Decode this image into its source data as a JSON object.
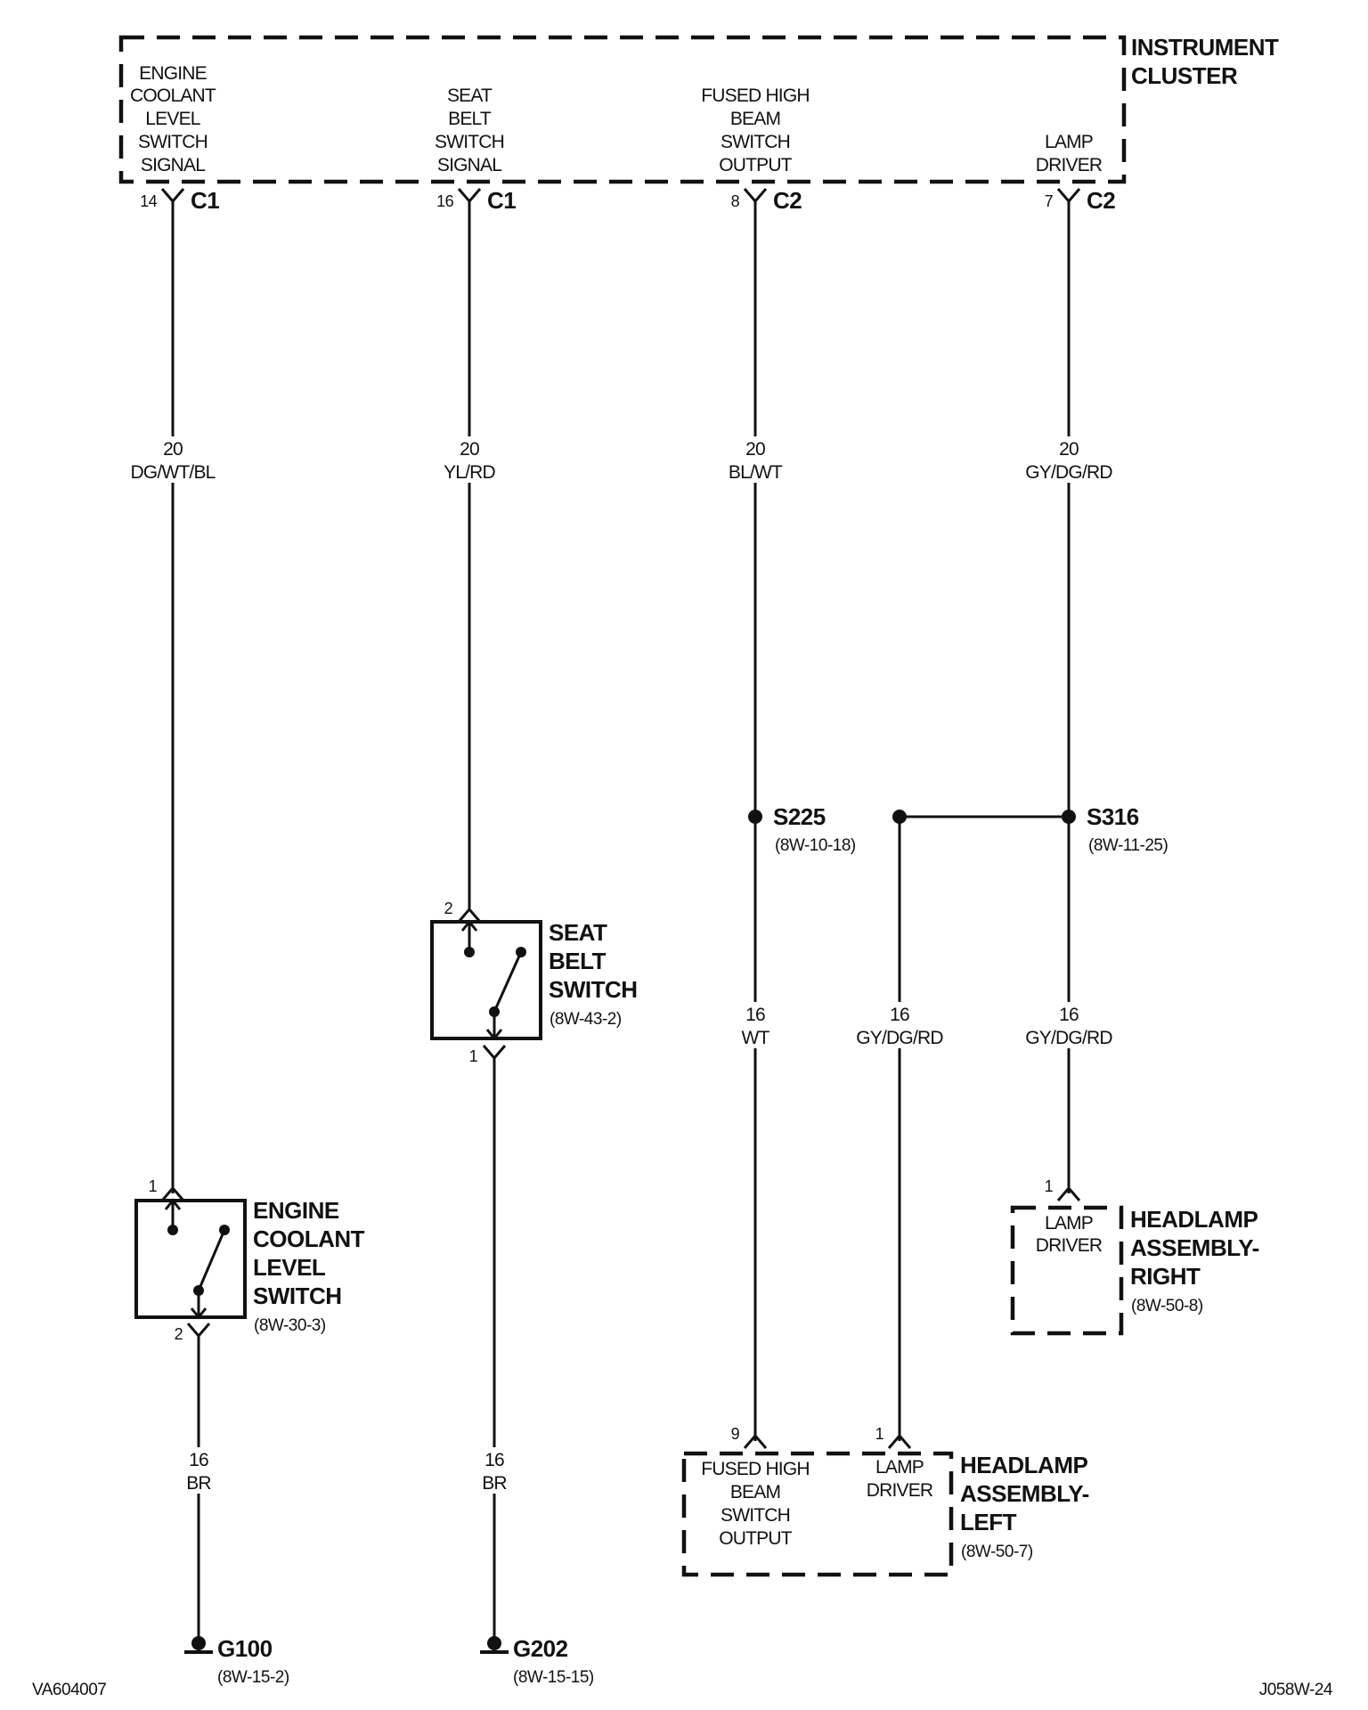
{
  "instrument_cluster": {
    "title_1": "INSTRUMENT",
    "title_2": "CLUSTER",
    "pins": [
      {
        "label": [
          "ENGINE",
          "COOLANT",
          "LEVEL",
          "SWITCH",
          "SIGNAL"
        ],
        "pin": "14",
        "connector": "C1"
      },
      {
        "label": [
          "SEAT",
          "BELT",
          "SWITCH",
          "SIGNAL"
        ],
        "pin": "16",
        "connector": "C1"
      },
      {
        "label": [
          "FUSED HIGH",
          "BEAM",
          "SWITCH",
          "OUTPUT"
        ],
        "pin": "8",
        "connector": "C2"
      },
      {
        "label": [
          "LAMP",
          "DRIVER"
        ],
        "pin": "7",
        "connector": "C2"
      }
    ]
  },
  "wires": {
    "coolant_upper": {
      "gauge": "20",
      "color": "DG/WT/BL"
    },
    "seatbelt_upper": {
      "gauge": "20",
      "color": "YL/RD"
    },
    "highbeam_upper": {
      "gauge": "20",
      "color": "BL/WT"
    },
    "lamp_upper": {
      "gauge": "20",
      "color": "GY/DG/RD"
    },
    "highbeam_lower": {
      "gauge": "16",
      "color": "WT"
    },
    "lamp_left_lower": {
      "gauge": "16",
      "color": "GY/DG/RD"
    },
    "lamp_right_lower": {
      "gauge": "16",
      "color": "GY/DG/RD"
    },
    "coolant_ground": {
      "gauge": "16",
      "color": "BR"
    },
    "seatbelt_ground": {
      "gauge": "16",
      "color": "BR"
    }
  },
  "splices": {
    "s225": {
      "name": "S225",
      "ref": "(8W-10-18)"
    },
    "s316": {
      "name": "S316",
      "ref": "(8W-11-25)"
    }
  },
  "seat_belt_switch": {
    "title": [
      "SEAT",
      "BELT",
      "SWITCH"
    ],
    "ref": "(8W-43-2)",
    "pin_top": "2",
    "pin_bottom": "1"
  },
  "engine_coolant_switch": {
    "title": [
      "ENGINE",
      "COOLANT",
      "LEVEL",
      "SWITCH"
    ],
    "ref": "(8W-30-3)",
    "pin_top": "1",
    "pin_bottom": "2"
  },
  "headlamp_right": {
    "title": [
      "HEADLAMP",
      "ASSEMBLY-",
      "RIGHT"
    ],
    "ref": "(8W-50-8)",
    "pin": "1",
    "inner_label": [
      "LAMP",
      "DRIVER"
    ]
  },
  "headlamp_left": {
    "title": [
      "HEADLAMP",
      "ASSEMBLY-",
      "LEFT"
    ],
    "ref": "(8W-50-7)",
    "pin_a": "9",
    "pin_b": "1",
    "label_a": [
      "FUSED HIGH",
      "BEAM",
      "SWITCH",
      "OUTPUT"
    ],
    "label_b": [
      "LAMP",
      "DRIVER"
    ]
  },
  "grounds": {
    "g100": {
      "name": "G100",
      "ref": "(8W-15-2)"
    },
    "g202": {
      "name": "G202",
      "ref": "(8W-15-15)"
    }
  },
  "footer": {
    "left_code": "VA604007",
    "right_code": "J058W-24"
  }
}
